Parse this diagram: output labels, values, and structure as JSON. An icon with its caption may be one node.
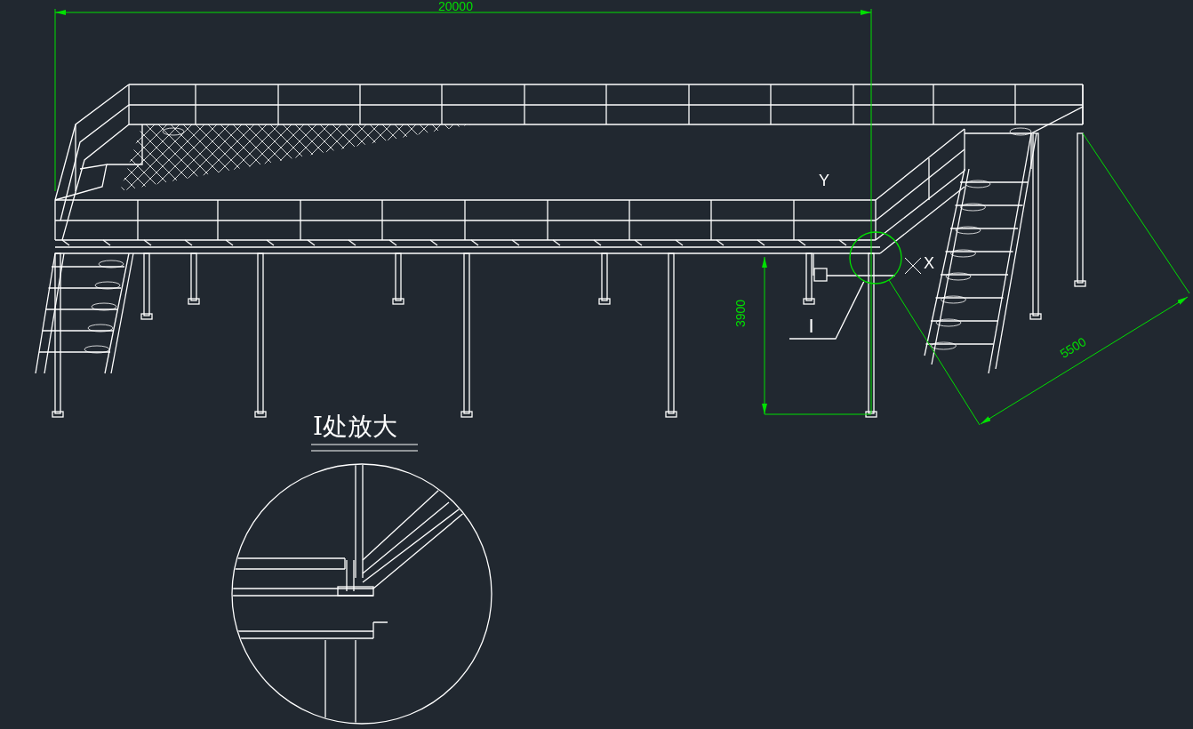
{
  "diagram": {
    "nodes": [
      {
        "text": [
          "I"
        ]
      },
      {
        "text": [],
        "shape": "circle"
      }
    ],
    "edges": [
      {
        "from": 0,
        "to": 1,
        "arrow": "none"
      }
    ],
    "labels": [
      "20000",
      "Y",
      "X",
      "3900",
      "5500",
      "I处放大"
    ]
  }
}
